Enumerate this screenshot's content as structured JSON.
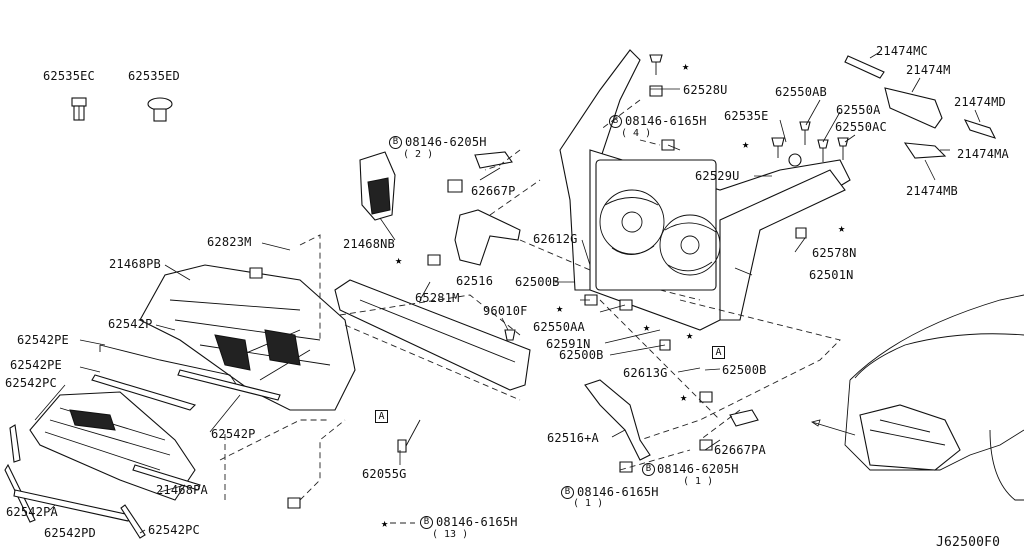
{
  "diagram_id": "J62500F0",
  "labels": {
    "p62535ec": "62535EC",
    "p62535ed": "62535ED",
    "p21474mc": "21474MC",
    "p21474m": "21474M",
    "p21474md": "21474MD",
    "p21474ma": "21474MA",
    "p21474mb": "21474MB",
    "p62528u": "62528U",
    "p62550ab": "62550AB",
    "p62535e": "62535E",
    "p62550a": "62550A",
    "p62550ac": "62550AC",
    "p62529u": "62529U",
    "p08146_6205h_top": "08146-6205H",
    "p08146_6165h_top": "08146-6165H",
    "p62667p": "62667P",
    "p21468nb": "21468NB",
    "p62823m": "62823M",
    "p21468pb": "21468PB",
    "p62516": "62516",
    "p62612g": "62612G",
    "p62578n": "62578N",
    "p62501n": "62501N",
    "p62500b_1": "62500B",
    "p65281m": "65281M",
    "p96010f": "96010F",
    "p62550aa": "62550AA",
    "p62591n": "62591N",
    "p62500b_2": "62500B",
    "p62613g": "62613G",
    "p62500b_3": "62500B",
    "p62542p_1": "62542P",
    "p62542pe_1": "62542PE",
    "p62542pe_2": "62542PE",
    "p62542pc_1": "62542PC",
    "p62542p_2": "62542P",
    "p62516a": "62516+A",
    "p62667pa": "62667PA",
    "p08146_6205h_bot": "08146-6205H",
    "p08146_6165h_bot": "08146-6165H",
    "p62055g": "62055G",
    "p21468pa": "21468PA",
    "p62542pa": "62542PA",
    "p62542pd": "62542PD",
    "p62542pc_2": "62542PC",
    "p08146_6165h_legend": "08146-6165H"
  },
  "quantities": {
    "q_6205h_top": "( 2 )",
    "q_6165h_top": "( 4 )",
    "q_6205h_bot": "( 1 )",
    "q_6165h_bot": "( 1 )",
    "q_legend": "( 13 )"
  },
  "symbols": {
    "bolt_prefix": "B",
    "ref_box": "A",
    "star": "★"
  }
}
